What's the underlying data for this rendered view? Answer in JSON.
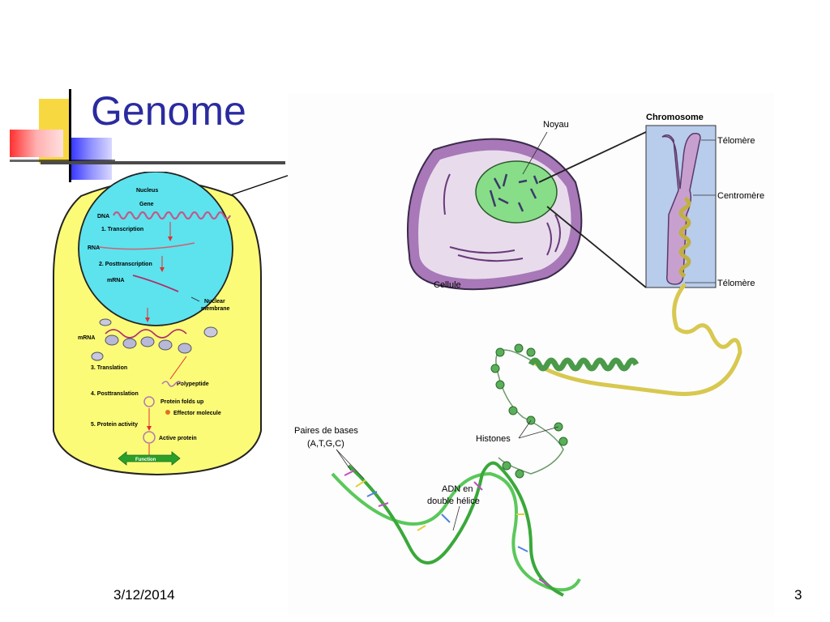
{
  "slide": {
    "title": "Genome",
    "date": "3/12/2014",
    "page_number": "3"
  },
  "colors": {
    "title": "#2b2b9f",
    "cell_fill": "#fbfb78",
    "nucleus_fill": "#5ce3ee",
    "chromosome_fill": "#c8a0d0",
    "dna_green": "#5ac85a",
    "arrow_red": "#e03030"
  },
  "left_diagram": {
    "nucleus": "Nucleus",
    "gene": "Gene",
    "dna": "DNA",
    "step1": "1. Transcription",
    "rna": "RNA",
    "step2": "2. Posttranscription",
    "mrna": "mRNA",
    "nuclear_membrane_1": "Nuclear",
    "nuclear_membrane_2": "membrane",
    "mrna_cyto": "mRNA",
    "step3": "3. Translation",
    "polypeptide": "Polypeptide",
    "step4": "4. Posttranslation",
    "protein_folds": "Protein folds up",
    "effector": "Effector molecule",
    "step5": "5. Protein activity",
    "active_protein": "Active protein",
    "function": "Function"
  },
  "right_diagram": {
    "noyau": "Noyau",
    "cellule": "Cellule",
    "chromosome": "Chromosome",
    "telomere_top": "Télomère",
    "centromere": "Centromère",
    "telomere_bottom": "Télomère",
    "histones": "Histones",
    "paires_1": "Paires de bases",
    "paires_2": "(A,T,G,C)",
    "adn_1": "ADN en",
    "adn_2": "double hélice"
  }
}
